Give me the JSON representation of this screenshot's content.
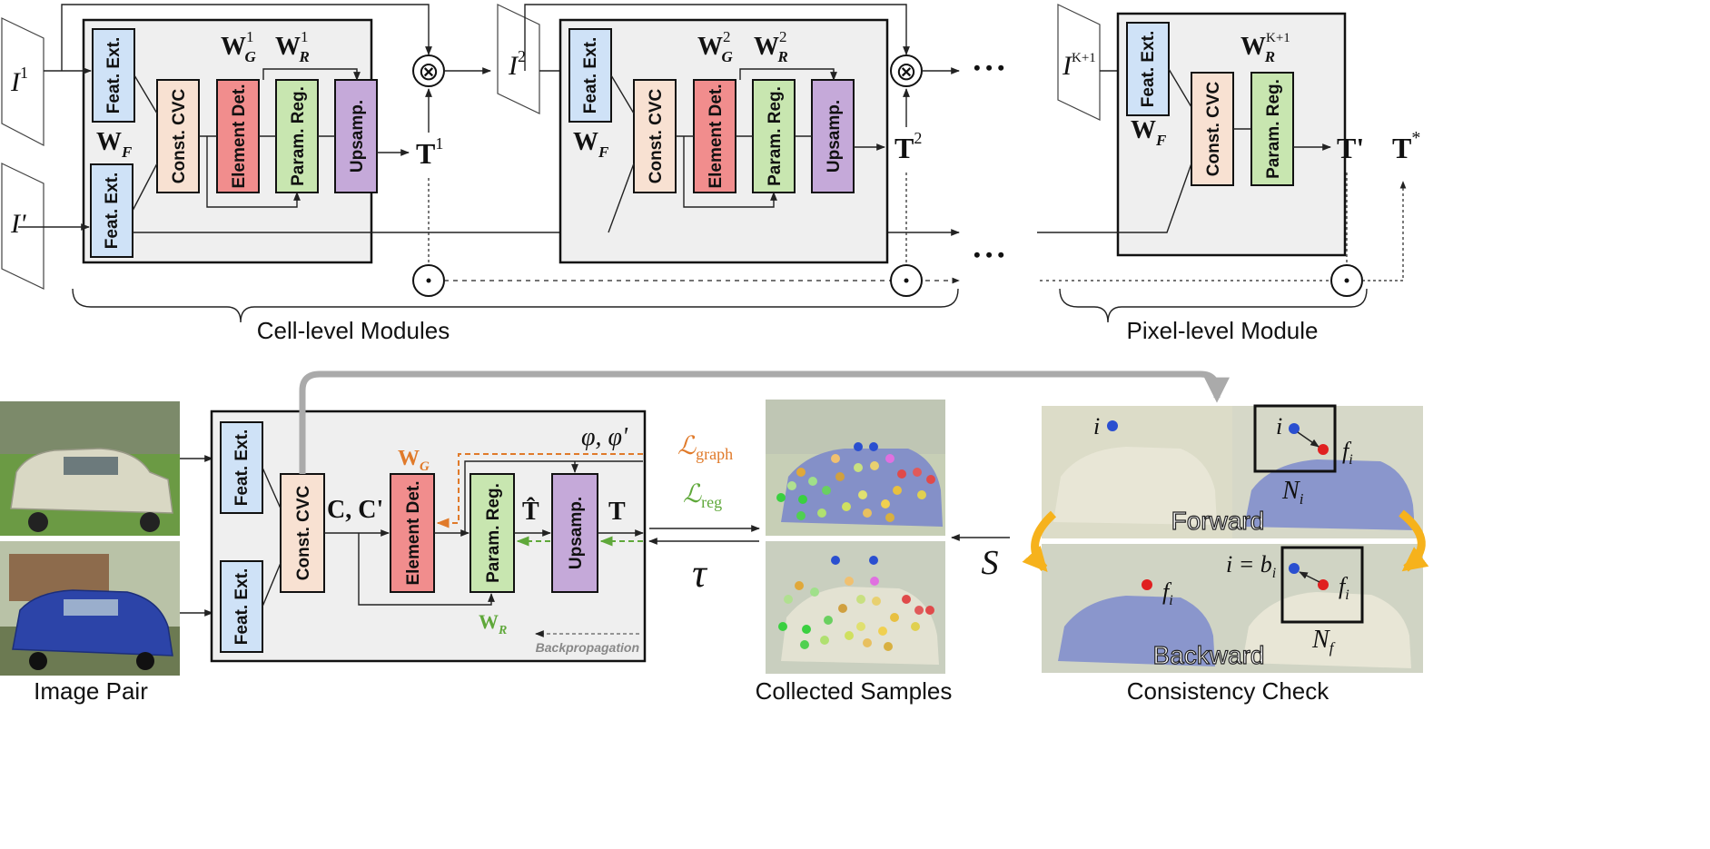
{
  "blocks": {
    "feat_ext": "Feat. Ext.",
    "const_cvc": "Const. CVC",
    "element_det": "Element Det.",
    "param_reg": "Param. Reg.",
    "upsamp": "Upsamp."
  },
  "top": {
    "input1": "I",
    "input1_sup": "1",
    "input2": "I",
    "input2_sup": "2",
    "inputK": "I",
    "inputK_sup": "K+1",
    "target": "I'",
    "wf": "W",
    "wf_sub": "F",
    "wg1": "W",
    "wg1_sub": "G",
    "wg1_sup": "1",
    "wr1": "W",
    "wr1_sub": "R",
    "wr1_sup": "1",
    "wg2": "W",
    "wg2_sub": "G",
    "wg2_sup": "2",
    "wr2": "W",
    "wr2_sub": "R",
    "wr2_sup": "2",
    "wrK": "W",
    "wrK_sub": "R",
    "wrK_sup": "K+1",
    "t1": "T",
    "t1_sup": "1",
    "t2": "T",
    "t2_sup": "2",
    "tprime": "T'",
    "tstar": "T",
    "tstar_sup": "*",
    "ellipsis": "• • •",
    "multiply_symbol": "⊗",
    "cell_label": "Cell-level Modules",
    "pixel_label": "Pixel-level Module"
  },
  "bottom": {
    "phi": "φ, φ'",
    "wg": "W",
    "wg_sub": "G",
    "wr": "W",
    "wr_sub": "R",
    "c": "C, C'",
    "that": "T̂",
    "t": "T",
    "tau": "τ",
    "s": "S",
    "loss_graph": "ℒ",
    "loss_graph_sub": "graph",
    "loss_reg": "ℒ",
    "loss_reg_sub": "reg",
    "backprop": "Backpropagation",
    "image_pair": "Image Pair",
    "collected": "Collected Samples",
    "consistency": "Consistency Check",
    "forward": "Forward",
    "backward": "Backward",
    "i": "i",
    "i_eq": "i = b",
    "i_eq_sub": "i",
    "f": "f",
    "f_sub": "i",
    "n": "N",
    "n_sub": "i",
    "nf_sub": "f"
  },
  "colors": {
    "feat_ext": "#cfe2f7",
    "const_cvc": "#f8e1d2",
    "element_det": "#f18d8d",
    "param_reg": "#c8e6b0",
    "upsamp": "#c5a9d9",
    "module_bg": "#efefef",
    "graph_loss": "#e07a2a",
    "reg_loss": "#5fa83a",
    "feedback_arrow": "#aaaaaa",
    "curve_arrow": "#f6b21c"
  }
}
